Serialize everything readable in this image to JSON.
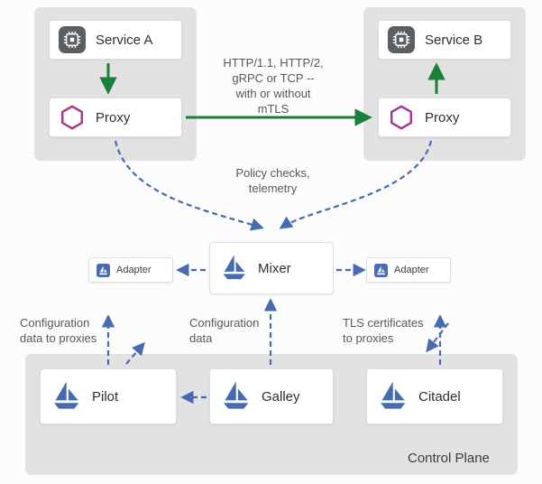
{
  "colors": {
    "green": "#188038",
    "blue": "#466bb0",
    "magenta": "#a9358c",
    "container_gray": "#e2e2e3"
  },
  "icons": {
    "service": "cpu-icon",
    "proxy": "envoy-hexagon-icon",
    "istio": "istio-sail-icon",
    "adapter": "adapter-sail-icon"
  },
  "top": {
    "service_a": "Service A",
    "service_b": "Service B",
    "proxy_left": "Proxy",
    "proxy_right": "Proxy",
    "http_label": "HTTP/1.1, HTTP/2,\ngRPC or TCP --\nwith or without\nmTLS"
  },
  "middle": {
    "policy_label": "Policy checks,\ntelemetry",
    "mixer": "Mixer",
    "adapter_left": "Adapter",
    "adapter_right": "Adapter"
  },
  "bottom": {
    "config_to_proxies": "Configuration\ndata to proxies",
    "config_data": "Configuration\ndata",
    "tls_certs": "TLS certificates\nto proxies",
    "pilot": "Pilot",
    "galley": "Galley",
    "citadel": "Citadel",
    "control_plane": "Control Plane"
  }
}
